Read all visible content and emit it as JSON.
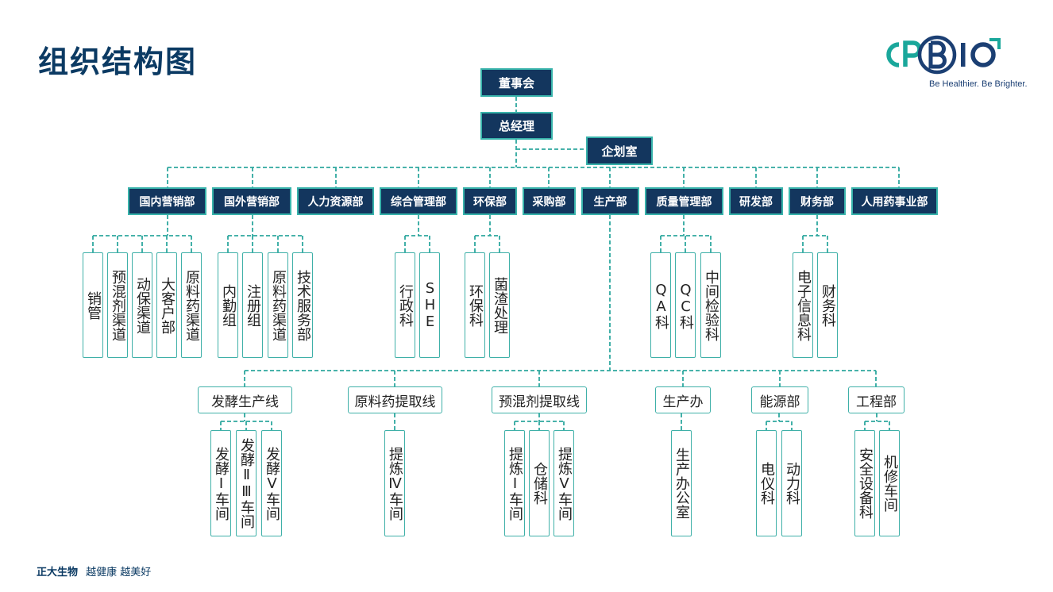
{
  "page": {
    "title": "组织结构图",
    "footer_company": "正大生物",
    "footer_slogan": "越健康 越美好"
  },
  "logo": {
    "wordmark": "CPBIO",
    "slogan": "Be Healthier. Be Brighter.",
    "colors": {
      "teal": "#1aa79b",
      "navy": "#1b3f73"
    }
  },
  "colors": {
    "dark_box": "#13365e",
    "line": "#2ea89f",
    "title": "#0b3a63"
  },
  "top": {
    "board": "董事会",
    "gm": "总经理",
    "planning": "企划室"
  },
  "departments": [
    "国内营销部",
    "国外营销部",
    "人力资源部",
    "综合管理部",
    "环保部",
    "采购部",
    "生产部",
    "质量管理部",
    "研发部",
    "财务部",
    "人用药事业部"
  ],
  "sub_units": {
    "domestic": [
      "销管",
      "预混剂渠道",
      "动保渠道",
      "大客户部",
      "原料药渠道"
    ],
    "foreign": [
      "内勤组",
      "注册组",
      "原料药渠道",
      "技术服务部"
    ],
    "admin": [
      "行政科",
      "SHE"
    ],
    "env": [
      "环保科",
      "菌渣处理"
    ],
    "quality": [
      "QA科",
      "QC科",
      "中间检验科"
    ],
    "finance": [
      "电子信息科",
      "财务科"
    ]
  },
  "production_lines": [
    "发酵生产线",
    "原料药提取线",
    "预混剂提取线",
    "生产办",
    "能源部",
    "工程部"
  ],
  "workshops": {
    "ferment": [
      "发酵Ⅰ车间",
      "发酵ⅡⅢ车间",
      "发酵Ⅴ车间"
    ],
    "api": [
      "提炼Ⅳ车间"
    ],
    "premix": [
      "提炼Ⅰ车间",
      "仓储科",
      "提炼Ⅴ车间"
    ],
    "office": [
      "生产办公室"
    ],
    "energy": [
      "电仪科",
      "动力科"
    ],
    "engineering": [
      "安全设备科",
      "机修车间"
    ]
  }
}
